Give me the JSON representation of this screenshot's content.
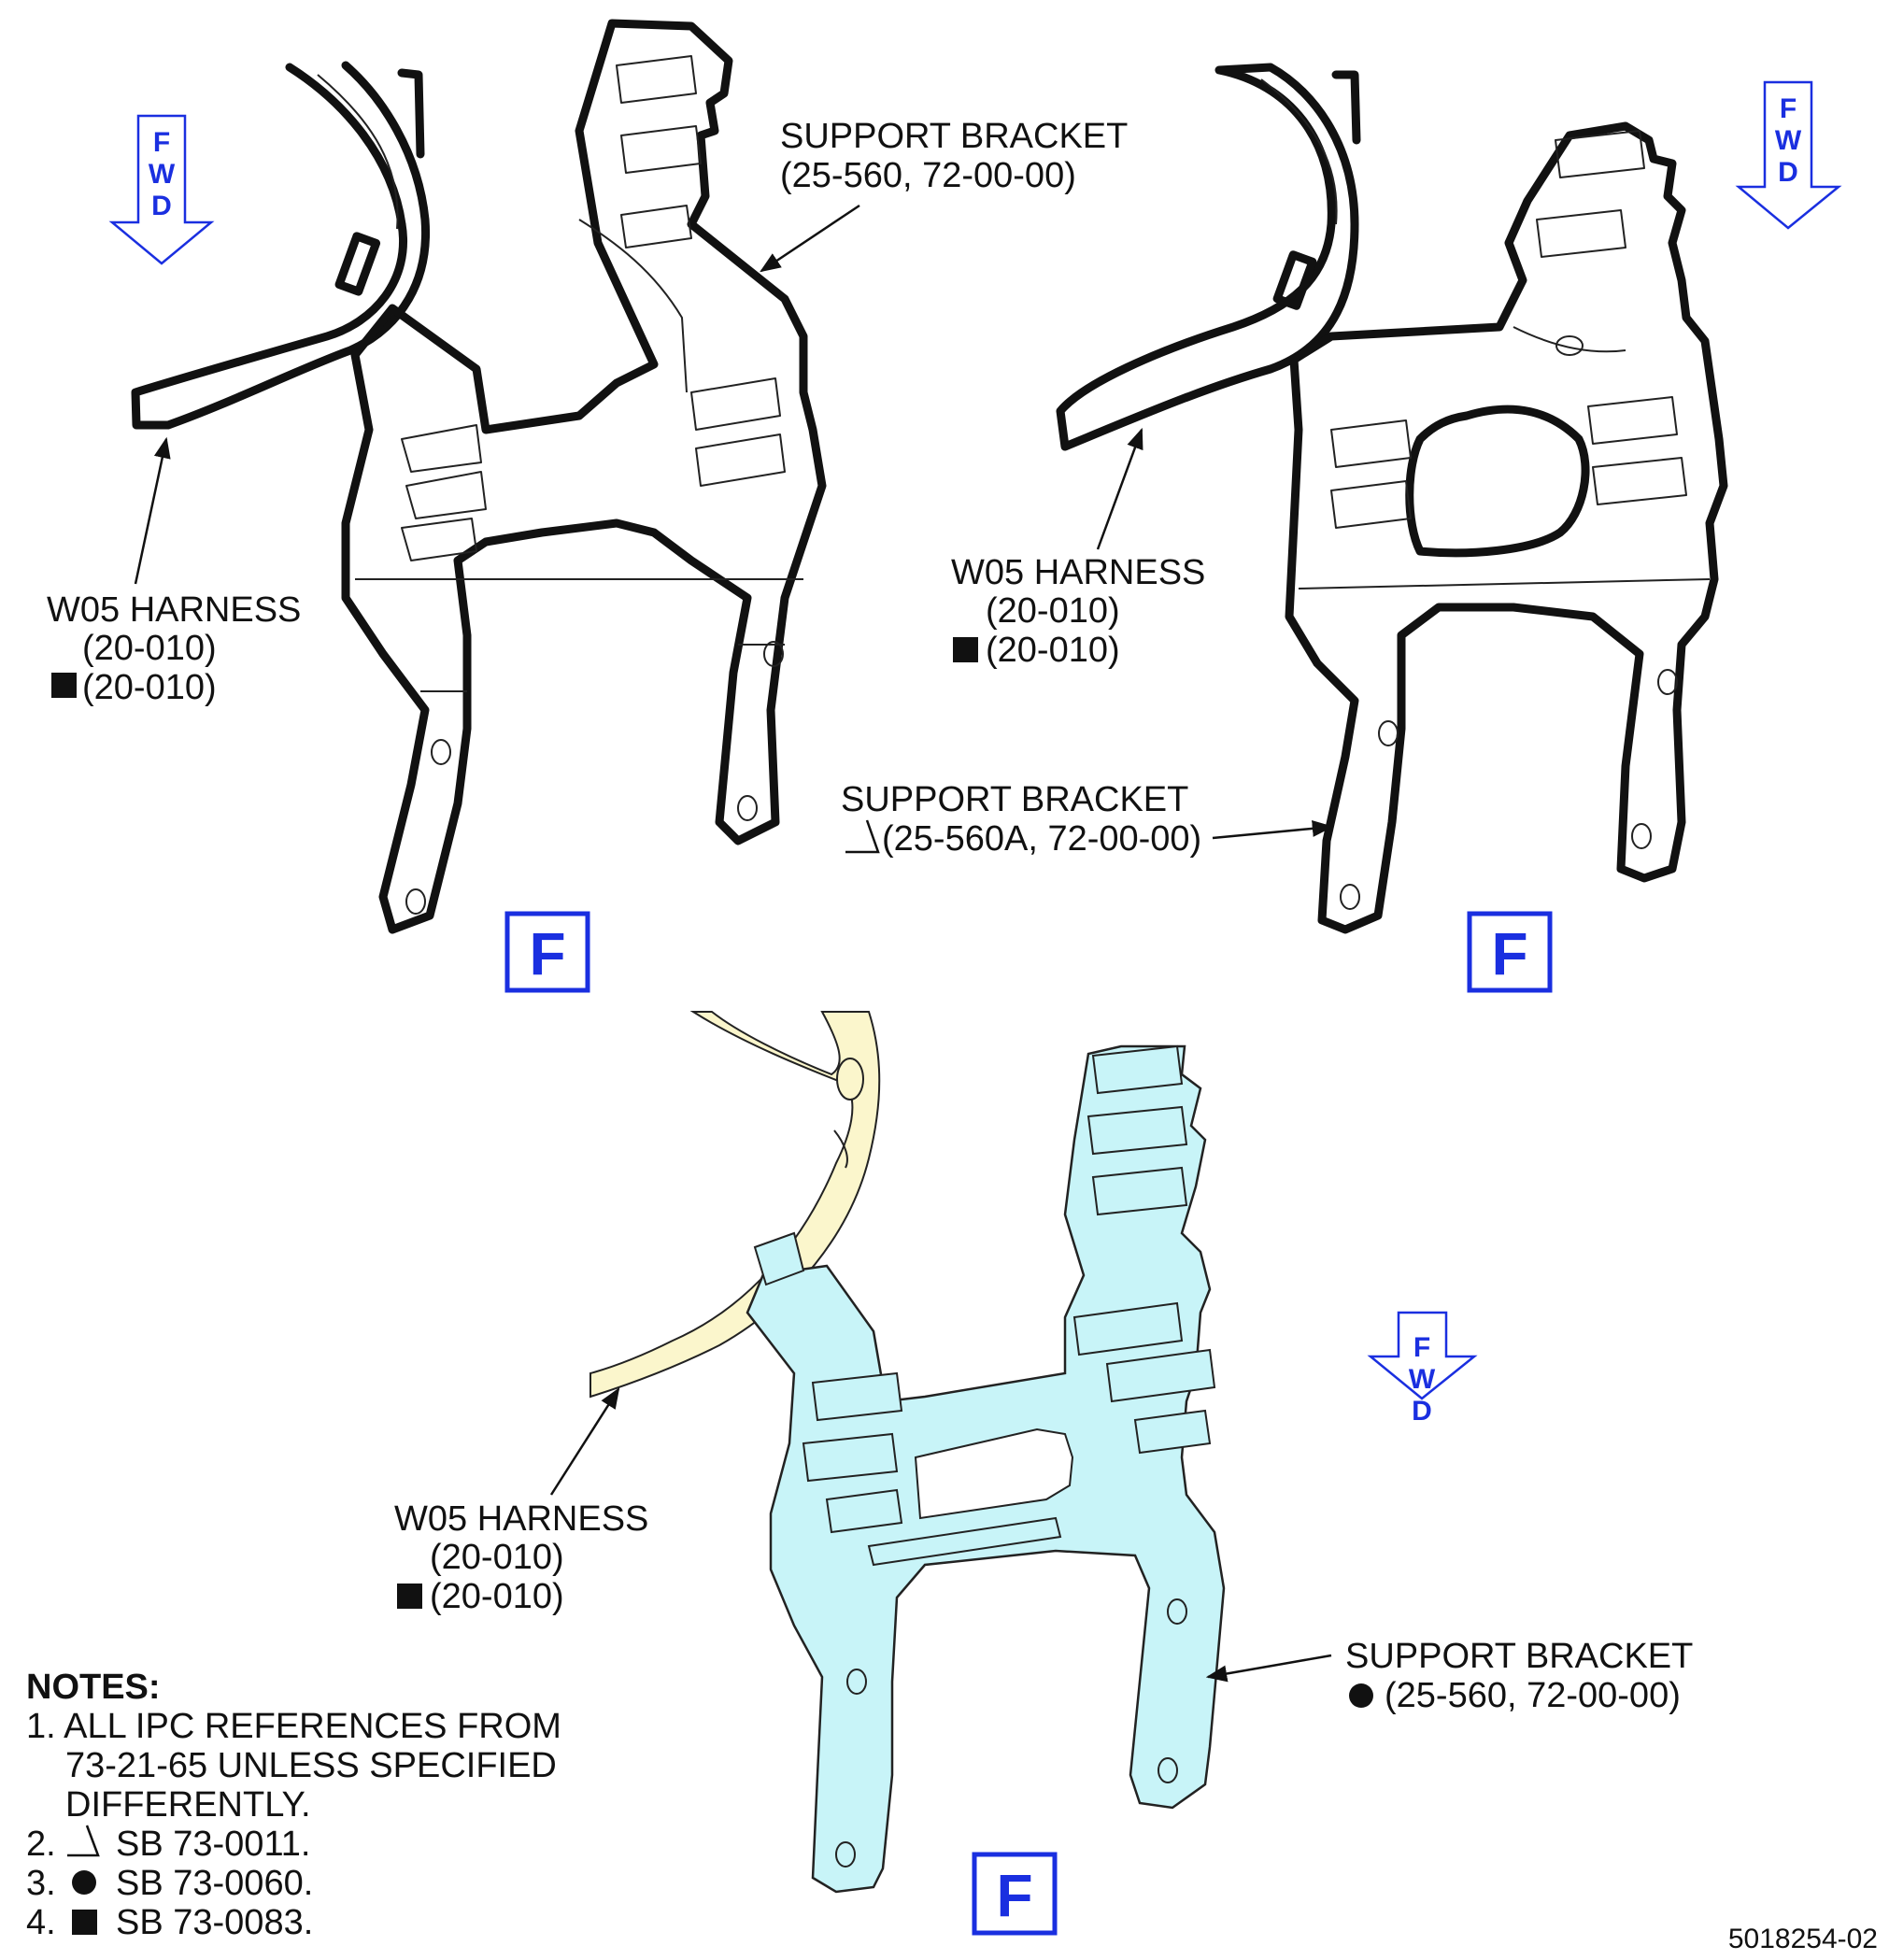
{
  "view_label": "F",
  "fwd_letters": [
    "F",
    "W",
    "D"
  ],
  "figure_id": "5018254-02",
  "views": {
    "top_left": {
      "support_bracket": {
        "line1": "SUPPORT BRACKET",
        "line2": "(25-560, 72-00-00)"
      },
      "harness": {
        "line1": "W05 HARNESS",
        "line2": "(20-010)",
        "line3": "(20-010)"
      }
    },
    "top_right": {
      "support_bracket": {
        "line1": "SUPPORT BRACKET",
        "line2": "(25-560A, 72-00-00)"
      },
      "harness": {
        "line1": "W05 HARNESS",
        "line2": "(20-010)",
        "line3": "(20-010)"
      }
    },
    "bottom": {
      "support_bracket": {
        "line1": "SUPPORT BRACKET",
        "line2": "(25-560, 72-00-00)"
      },
      "harness": {
        "line1": "W05 HARNESS",
        "line2": "(20-010)",
        "line3": "(20-010)"
      }
    }
  },
  "notes": {
    "heading": "NOTES:",
    "n1a": "1. ALL IPC REFERENCES FROM",
    "n1b": "73-21-65 UNLESS SPECIFIED",
    "n1c": "DIFFERENTLY.",
    "n2num": "2.",
    "n2text": "SB 73-0011.",
    "n3num": "3.",
    "n3text": "SB 73-0060.",
    "n4num": "4.",
    "n4text": "SB 73-0083."
  },
  "colors": {
    "accent_blue": "#1a2fe0",
    "bracket_fill": "#c8f4f8",
    "harness_fill": "#fbf6cc",
    "line": "#111111"
  },
  "symbols": {
    "triangle": "triangle-effectivity-icon",
    "circle": "circle-effectivity-icon",
    "square": "square-effectivity-icon"
  }
}
